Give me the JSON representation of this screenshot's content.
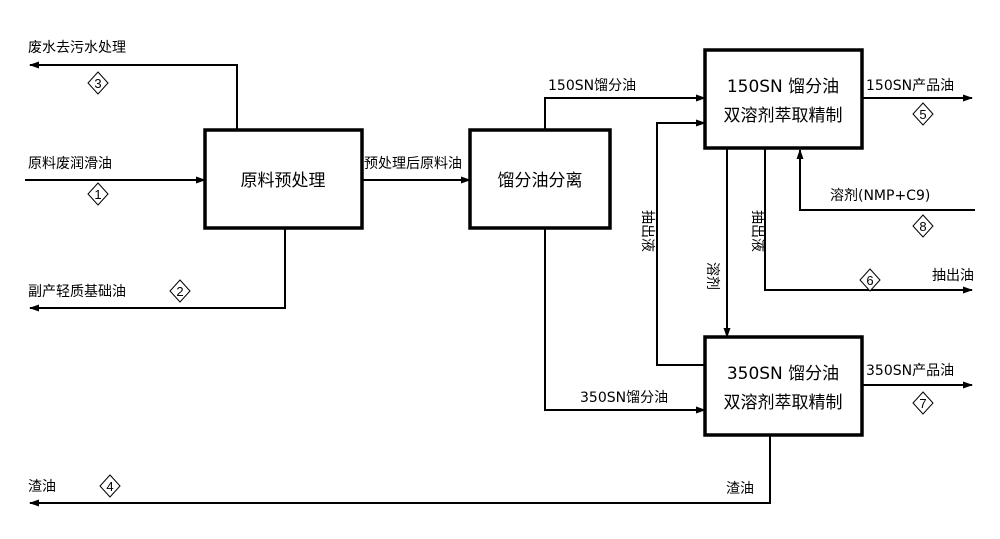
{
  "boxes": {
    "pretreat": "原料预处理",
    "separate": "馏分油分离",
    "refine150_line1": "150SN 馏分油",
    "refine150_line2": "双溶剂萃取精制",
    "refine350_line1": "350SN 馏分油",
    "refine350_line2": "双溶剂萃取精制"
  },
  "streams": {
    "wastewater": "废水去污水处理",
    "feed": "原料废润滑油",
    "byproduct": "副产轻质基础油",
    "residue_out": "渣油",
    "pretreated": "预处理后原料油",
    "cut150": "150SN馏分油",
    "cut350": "350SN馏分油",
    "product150": "150SN产品油",
    "product350": "350SN产品油",
    "solvent_in": "溶剂(NMP+C9)",
    "extract_out": "抽出油",
    "extract_v1": "抽出液",
    "extract_v2": "抽出液",
    "solvent_v": "溶剂",
    "residue_v": "渣油"
  },
  "markers": {
    "m1": "1",
    "m2": "2",
    "m3": "3",
    "m4": "4",
    "m5": "5",
    "m6": "6",
    "m7": "7",
    "m8": "8"
  }
}
